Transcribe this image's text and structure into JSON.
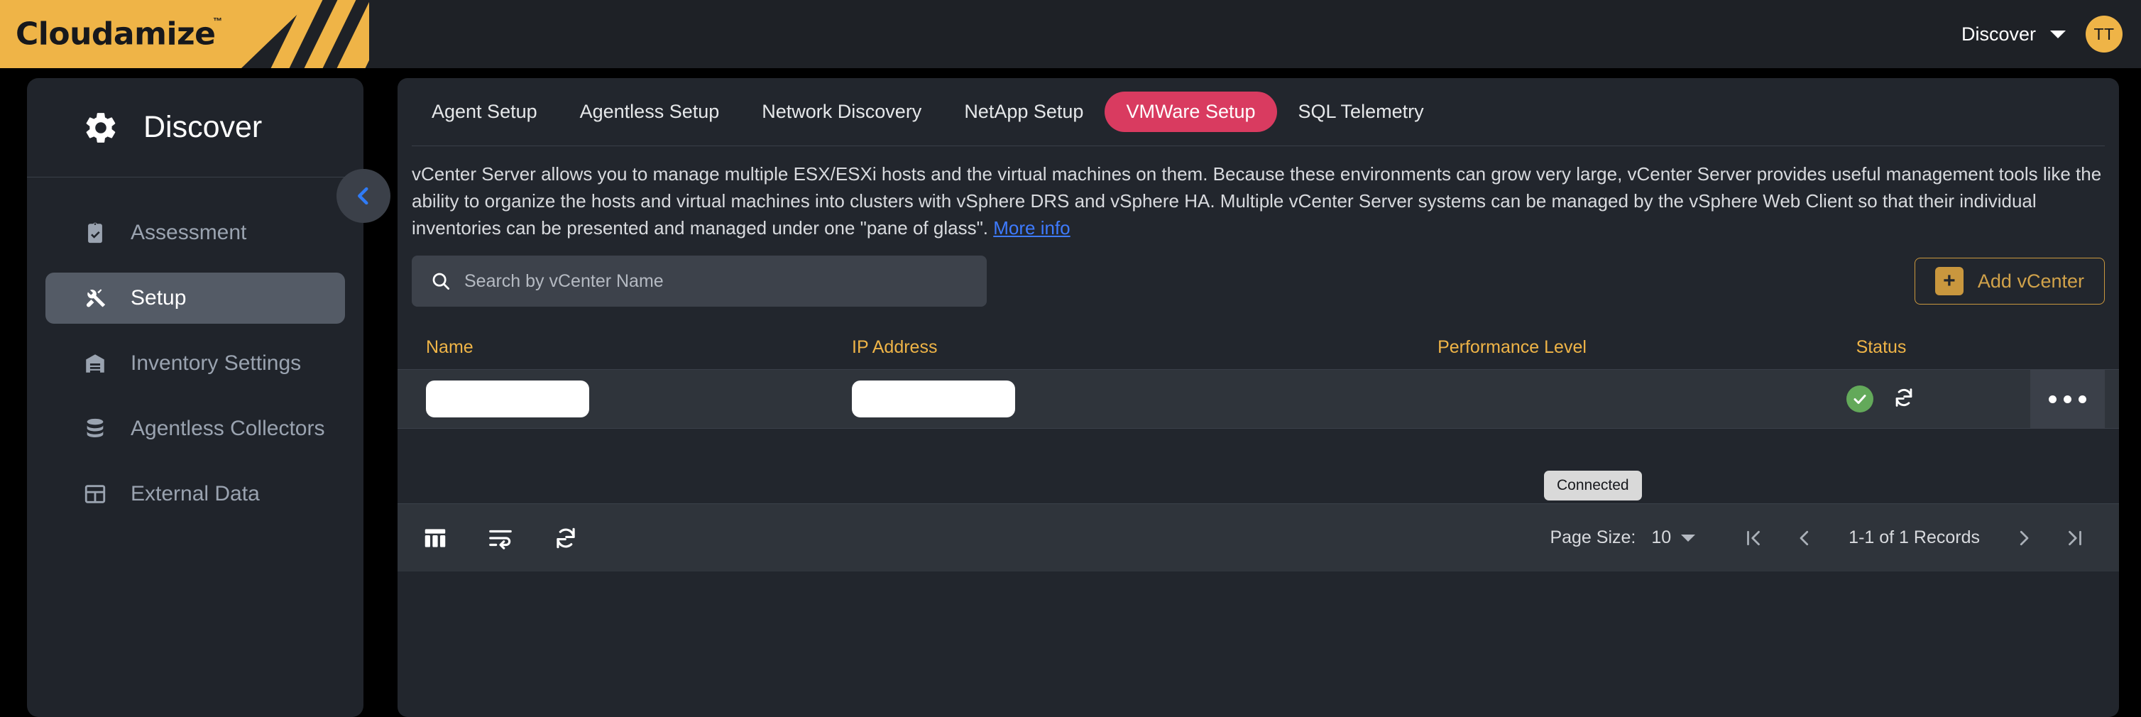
{
  "topbar": {
    "brand": "Cloudamize",
    "brand_tm": "™",
    "env_label": "Discover",
    "avatar_initials": "TT"
  },
  "sidebar": {
    "title": "Discover",
    "gear_icon": "gear-icon",
    "collapse_icon": "chevron-left-icon",
    "items": [
      {
        "label": "Assessment",
        "icon": "clipboard-check-icon",
        "active": false
      },
      {
        "label": "Setup",
        "icon": "tools-icon",
        "active": true
      },
      {
        "label": "Inventory Settings",
        "icon": "warehouse-icon",
        "active": false
      },
      {
        "label": "Agentless Collectors",
        "icon": "database-icon",
        "active": false
      },
      {
        "label": "External Data",
        "icon": "table-grid-icon",
        "active": false
      }
    ]
  },
  "main": {
    "tabs": [
      {
        "label": "Agent Setup",
        "active": false
      },
      {
        "label": "Agentless Setup",
        "active": false
      },
      {
        "label": "Network Discovery",
        "active": false
      },
      {
        "label": "NetApp Setup",
        "active": false
      },
      {
        "label": "VMWare Setup",
        "active": true
      },
      {
        "label": "SQL Telemetry",
        "active": false
      }
    ],
    "description": "vCenter Server allows you to manage multiple ESX/ESXi hosts and the virtual machines on them. Because these environments can grow very large, vCenter Server provides useful management tools like the ability to organize the hosts and virtual machines into clusters with vSphere DRS and vSphere HA. Multiple vCenter Server systems can be managed by the vSphere Web Client so that their individual inventories can be presented and managed under one \"pane of glass\". ",
    "more_info_label": "More info",
    "search": {
      "placeholder": "Search by vCenter Name",
      "value": "",
      "icon": "search-icon"
    },
    "add_button": {
      "label": "Add vCenter",
      "icon": "plus-icon"
    },
    "table": {
      "columns": [
        "Name",
        "IP Address",
        "Performance Level",
        "Status"
      ],
      "rows": [
        {
          "name": "",
          "ip_address": "",
          "performance_level": "",
          "status_icon": "check-circle-icon",
          "sync_icon": "refresh-icon",
          "menu_icon": "kebab-menu-icon"
        }
      ],
      "tooltip": "Connected"
    },
    "footer": {
      "icons": [
        {
          "name": "column-settings-icon"
        },
        {
          "name": "text-wrap-icon"
        },
        {
          "name": "refresh-icon"
        }
      ],
      "page_size_label": "Page Size:",
      "page_size_value": "10",
      "record_count": "1-1 of 1 Records",
      "first_page_icon": "first-page-icon",
      "prev_page_icon": "prev-page-icon",
      "next_page_icon": "next-page-icon",
      "last_page_icon": "last-page-icon"
    }
  },
  "colors": {
    "brand_gold": "#efb447",
    "accent_pink": "#d93b60",
    "link_blue": "#3e7bff",
    "status_green": "#63a95a",
    "header_gold": "#efb447",
    "panel_bg": "#22262d",
    "sidebar_bg": "#20242b"
  }
}
